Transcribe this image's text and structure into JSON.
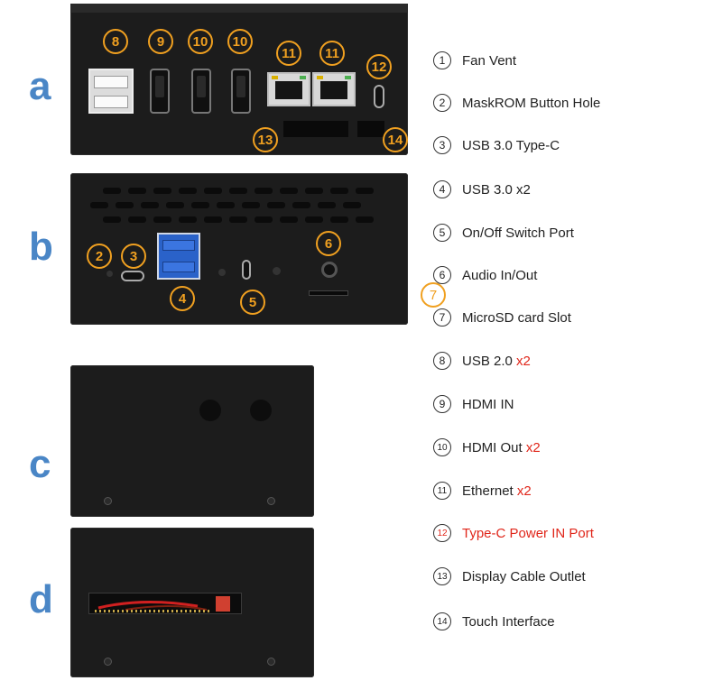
{
  "views": [
    {
      "letter": "a"
    },
    {
      "letter": "b"
    },
    {
      "letter": "c"
    },
    {
      "letter": "d"
    }
  ],
  "callouts_a": [
    "8",
    "9",
    "10",
    "10",
    "11",
    "11",
    "12",
    "13",
    "14"
  ],
  "callouts_b": [
    "2",
    "3",
    "4",
    "5",
    "6"
  ],
  "callout_loose": "7",
  "legend": [
    {
      "num": "1",
      "text": "Fan Vent",
      "suffix": "",
      "highlight": false
    },
    {
      "num": "2",
      "text": "MaskROM Button Hole",
      "suffix": "",
      "highlight": false
    },
    {
      "num": "3",
      "text": "USB 3.0 Type-C",
      "suffix": "",
      "highlight": false
    },
    {
      "num": "4",
      "text": "USB 3.0 x2",
      "suffix": "",
      "highlight": false
    },
    {
      "num": "5",
      "text": "On/Off Switch Port",
      "suffix": "",
      "highlight": false
    },
    {
      "num": "6",
      "text": "Audio In/Out",
      "suffix": "",
      "highlight": false
    },
    {
      "num": "7",
      "text": "MicroSD card Slot",
      "suffix": "",
      "highlight": false
    },
    {
      "num": "8",
      "text": "USB 2.0 ",
      "suffix": "x2",
      "highlight": false
    },
    {
      "num": "9",
      "text": "HDMI IN",
      "suffix": "",
      "highlight": false
    },
    {
      "num": "10",
      "text": "HDMI Out ",
      "suffix": "x2",
      "highlight": false
    },
    {
      "num": "11",
      "text": "Ethernet ",
      "suffix": "x2",
      "highlight": false
    },
    {
      "num": "12",
      "text": "Type-C Power IN Port",
      "suffix": "",
      "highlight": true
    },
    {
      "num": "13",
      "text": "Display Cable Outlet",
      "suffix": "",
      "highlight": false
    },
    {
      "num": "14",
      "text": "Touch Interface",
      "suffix": "",
      "highlight": false
    }
  ],
  "colors": {
    "letter": "#4a86c6",
    "callout": "#f0a020",
    "highlight": "#e0261a",
    "case": "#1c1c1c"
  }
}
